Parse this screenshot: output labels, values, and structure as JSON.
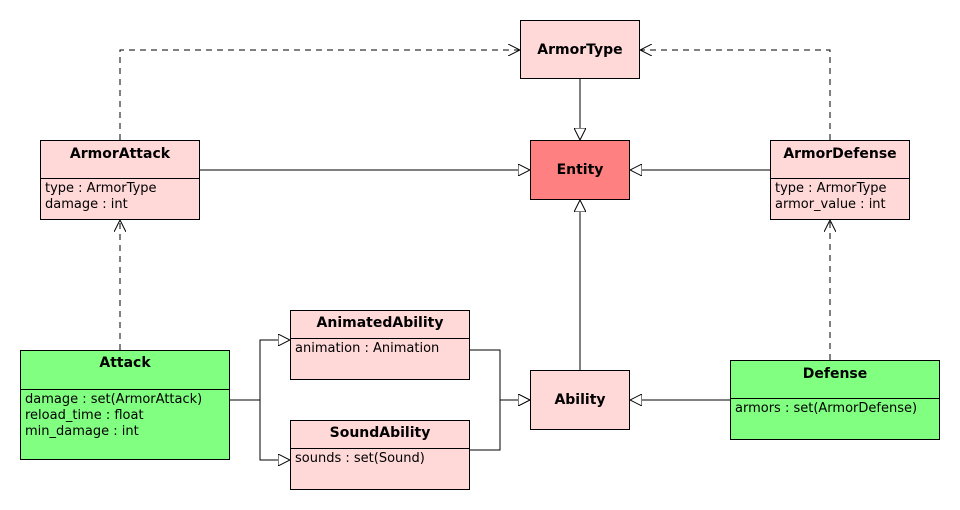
{
  "colors": {
    "class_fill": "#ffd8d8",
    "entity_fill": "#ff8080",
    "concrete_fill": "#80ff80",
    "line": "#000000"
  },
  "classes": {
    "armor_type": {
      "name": "ArmorType"
    },
    "entity": {
      "name": "Entity"
    },
    "armor_attack": {
      "name": "ArmorAttack",
      "attributes": [
        "type : ArmorType",
        "damage : int"
      ]
    },
    "armor_defense": {
      "name": "ArmorDefense",
      "attributes": [
        "type : ArmorType",
        "armor_value : int"
      ]
    },
    "animated_ability": {
      "name": "AnimatedAbility",
      "attributes": [
        "animation : Animation"
      ]
    },
    "sound_ability": {
      "name": "SoundAbility",
      "attributes": [
        "sounds : set(Sound)"
      ]
    },
    "ability": {
      "name": "Ability"
    },
    "attack": {
      "name": "Attack",
      "attributes": [
        "damage : set(ArmorAttack)",
        "reload_time : float",
        "min_damage : int"
      ]
    },
    "defense": {
      "name": "Defense",
      "attributes": [
        "armors : set(ArmorDefense)"
      ]
    }
  },
  "relations": [
    {
      "from": "ArmorType",
      "to": "Entity",
      "kind": "generalization"
    },
    {
      "from": "ArmorAttack",
      "to": "Entity",
      "kind": "generalization"
    },
    {
      "from": "ArmorDefense",
      "to": "Entity",
      "kind": "generalization"
    },
    {
      "from": "Ability",
      "to": "Entity",
      "kind": "generalization"
    },
    {
      "from": "AnimatedAbility",
      "to": "Ability",
      "kind": "generalization"
    },
    {
      "from": "SoundAbility",
      "to": "Ability",
      "kind": "generalization"
    },
    {
      "from": "Defense",
      "to": "Ability",
      "kind": "generalization"
    },
    {
      "from": "Attack",
      "to": "AnimatedAbility",
      "kind": "generalization"
    },
    {
      "from": "Attack",
      "to": "SoundAbility",
      "kind": "generalization"
    },
    {
      "from": "ArmorAttack",
      "to": "ArmorType",
      "kind": "dependency"
    },
    {
      "from": "ArmorDefense",
      "to": "ArmorType",
      "kind": "dependency"
    },
    {
      "from": "Attack",
      "to": "ArmorAttack",
      "kind": "dependency"
    },
    {
      "from": "Defense",
      "to": "ArmorDefense",
      "kind": "dependency"
    }
  ]
}
